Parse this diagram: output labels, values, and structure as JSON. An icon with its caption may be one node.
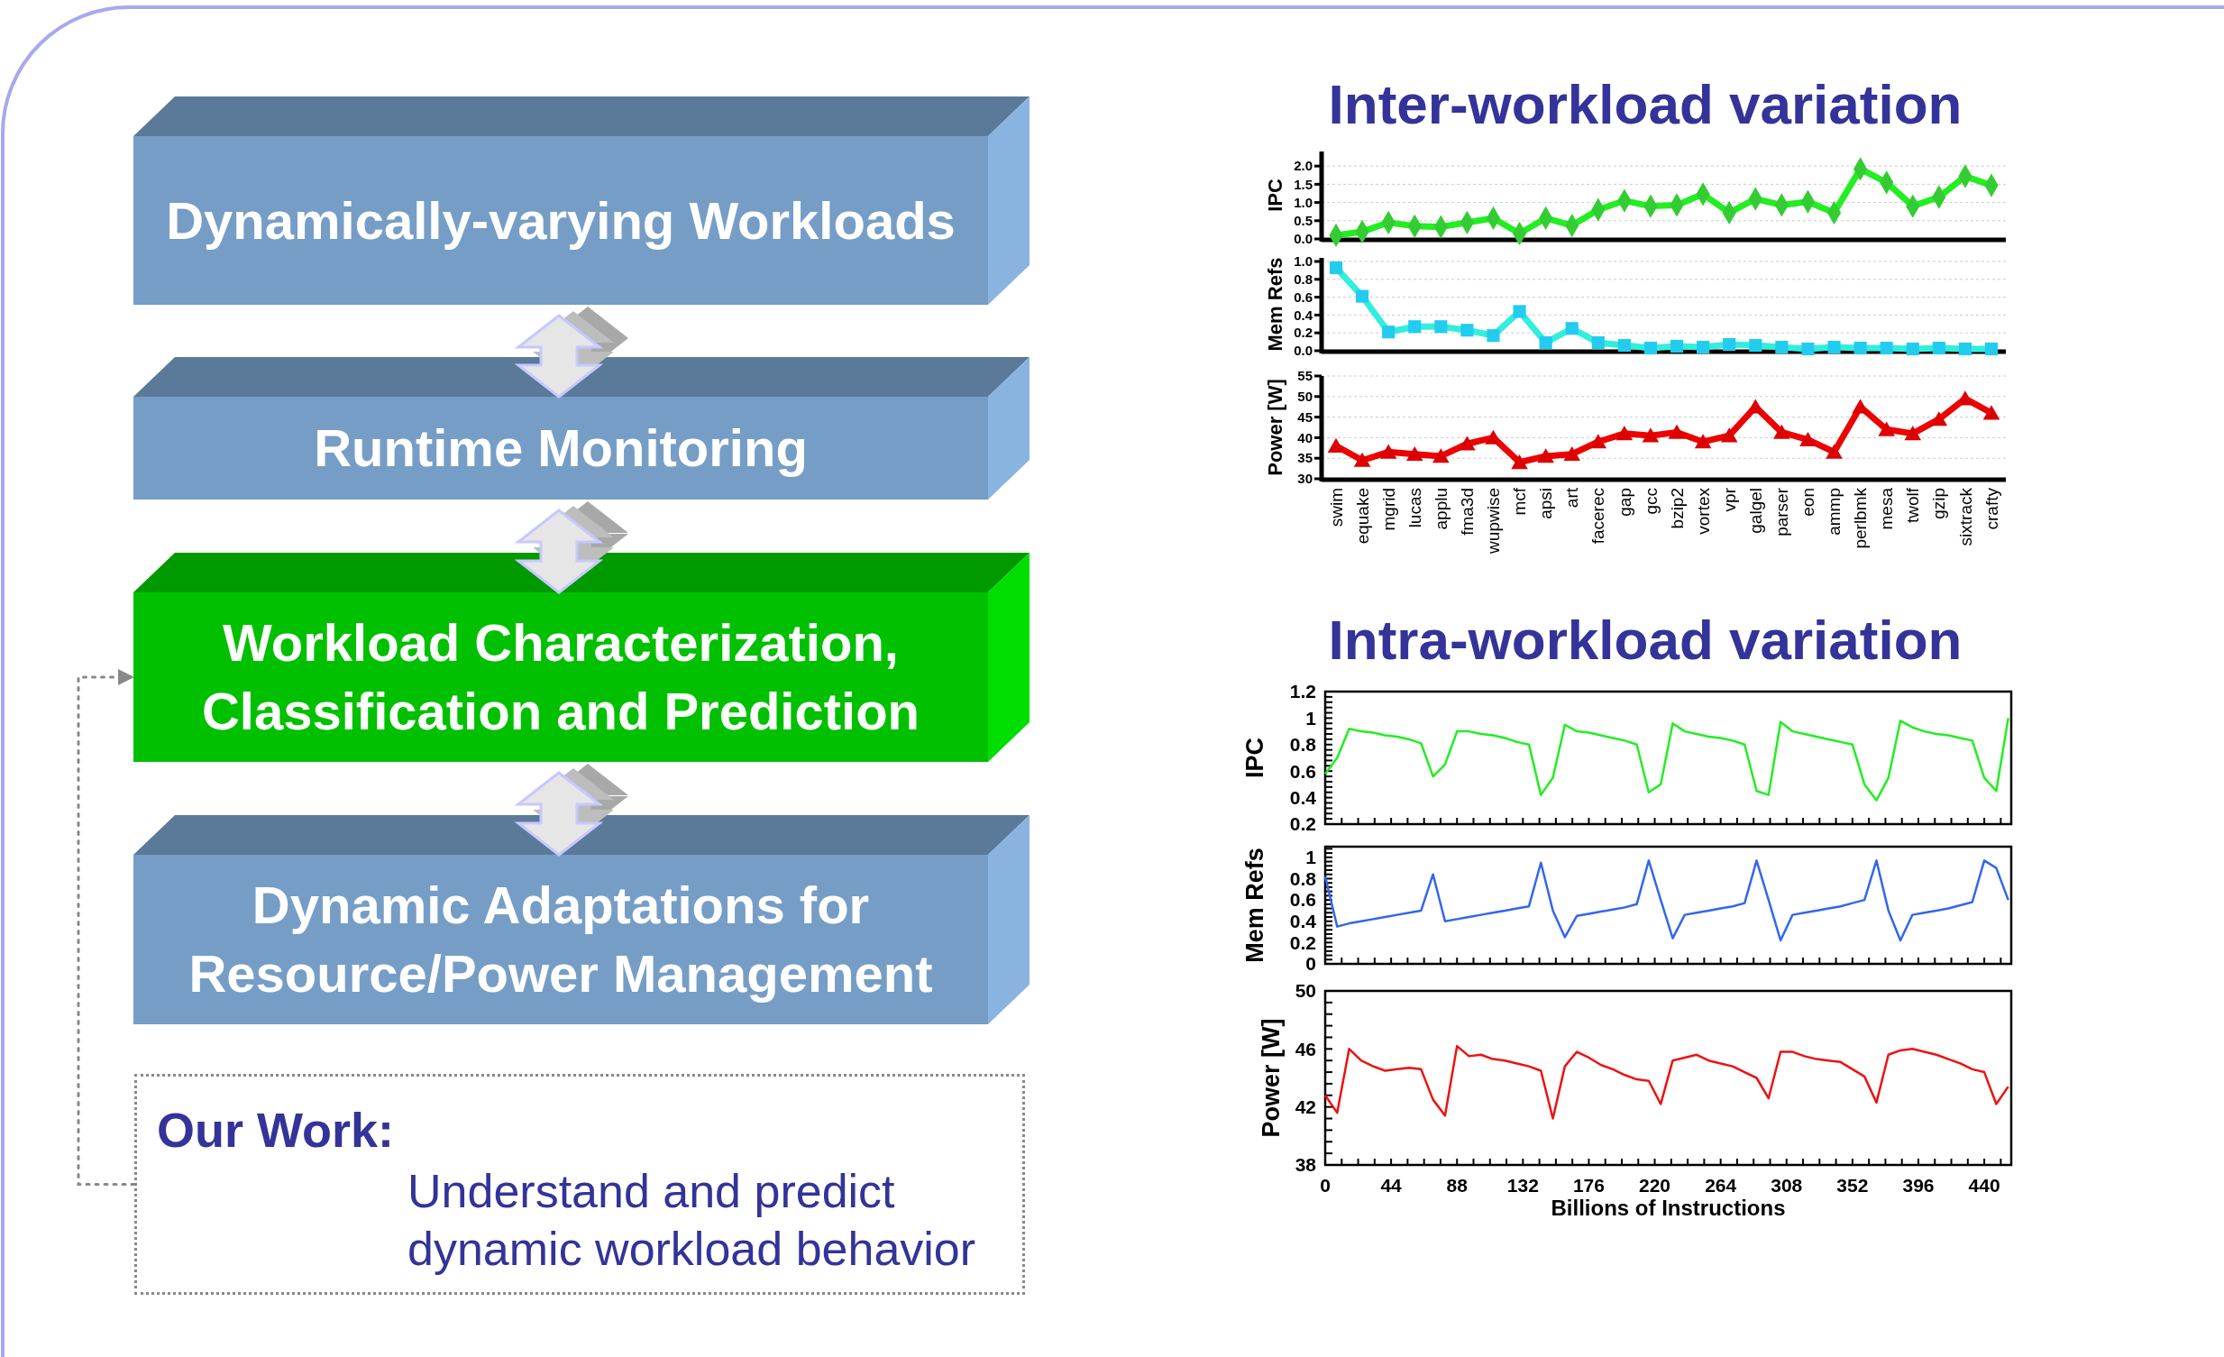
{
  "diagram": {
    "nodes": [
      {
        "text": [
          "Dynamically-varying Workloads"
        ]
      },
      {
        "text": [
          "Runtime Monitoring"
        ]
      },
      {
        "text": [
          "Workload Characterization, Classification and Prediction"
        ]
      },
      {
        "text": [
          "Dynamic Adaptations for Resource/Power Management"
        ]
      },
      {
        "text": [
          "Our Work:",
          "Understand and predict dynamic workload behavior"
        ]
      }
    ],
    "edges": [
      {
        "from": 0,
        "to": 1,
        "arrow": "both"
      },
      {
        "from": 1,
        "to": 2,
        "arrow": "both"
      },
      {
        "from": 2,
        "to": 3,
        "arrow": "both"
      },
      {
        "from": 4,
        "to": 2,
        "arrow": "to",
        "style": "dashed",
        "color": "#888888"
      }
    ],
    "chart_data": [
      {
        "type": "line",
        "title": "Inter-workload variation",
        "ylabel": "IPC",
        "grid": true,
        "ylim": [
          0,
          2.4
        ],
        "yticks": [
          {
            "value": 0,
            "label": "0.0"
          },
          {
            "value": 0.5,
            "label": "0.5"
          },
          {
            "value": 1,
            "label": "1.0"
          },
          {
            "value": 1.5,
            "label": "1.5"
          },
          {
            "value": 2,
            "label": "2.0"
          }
        ],
        "series": [
          {
            "color": "#22ee22",
            "marker": "diamond",
            "values": [
              0.1,
              0.2,
              0.45,
              0.35,
              0.33,
              0.45,
              0.57,
              0.15,
              0.57,
              0.37,
              0.8,
              1.05,
              0.9,
              0.93,
              1.23,
              0.72,
              1.1,
              0.93,
              1.02,
              0.72,
              1.92,
              1.55,
              0.9,
              1.15,
              1.72,
              1.47
            ]
          }
        ]
      },
      {
        "type": "line",
        "ylabel": "Mem Refs",
        "grid": true,
        "ylim": [
          0,
          1.04
        ],
        "yticks": [
          {
            "value": 0,
            "label": "0.0"
          },
          {
            "value": 0.2,
            "label": "0.2"
          },
          {
            "value": 0.4,
            "label": "0.4"
          },
          {
            "value": 0.6,
            "label": "0.6"
          },
          {
            "value": 0.8,
            "label": "0.8"
          },
          {
            "value": 1,
            "label": "1.0"
          }
        ],
        "series": [
          {
            "color": "#33eedd",
            "marker": "square",
            "values": [
              0.93,
              0.61,
              0.21,
              0.27,
              0.27,
              0.23,
              0.17,
              0.44,
              0.09,
              0.25,
              0.09,
              0.06,
              0.03,
              0.05,
              0.04,
              0.07,
              0.06,
              0.04,
              0.02,
              0.04,
              0.03,
              0.03,
              0.02,
              0.03,
              0.02,
              0.02
            ]
          }
        ]
      },
      {
        "type": "line",
        "ylabel": "Power [W]",
        "grid": true,
        "ylim": [
          30,
          55
        ],
        "yticks": [
          30,
          35,
          40,
          45,
          50,
          55
        ],
        "categories": [
          "swim",
          "equake",
          "mgrid",
          "lucas",
          "applu",
          "fma3d",
          "wupwise",
          "mcf",
          "apsi",
          "art",
          "facerec",
          "gap",
          "gcc",
          "bzip2",
          "vortex",
          "vpr",
          "galgel",
          "parser",
          "eon",
          "ammp",
          "perlbmk",
          "mesa",
          "twolf",
          "gzip",
          "sixtrack",
          "crafty"
        ],
        "series": [
          {
            "color": "#ee0000",
            "marker": "triangle",
            "values": [
              38,
              34.5,
              36.5,
              36,
              35.5,
              38.5,
              40,
              34,
              35.5,
              36,
              39,
              41,
              40.5,
              41.3,
              39,
              40.5,
              47.5,
              41.3,
              39.5,
              36.5,
              47.5,
              42,
              41,
              44.5,
              49.5,
              46
            ]
          }
        ]
      },
      {
        "type": "line",
        "title": "Intra-workload variation",
        "ylabel": "IPC",
        "xlim": [
          0,
          458
        ],
        "ylim": [
          0.2,
          1.2
        ],
        "yticks": [
          0.2,
          0.4,
          0.6,
          0.8,
          1,
          1.2
        ],
        "x": [
          0,
          8,
          16,
          24,
          32,
          40,
          48,
          56,
          64,
          72,
          80,
          88,
          96,
          104,
          112,
          120,
          128,
          136,
          144,
          152,
          160,
          168,
          176,
          184,
          192,
          200,
          208,
          216,
          224,
          232,
          240,
          248,
          256,
          264,
          272,
          280,
          288,
          296,
          304,
          312,
          320,
          328,
          336,
          344,
          352,
          360,
          368,
          376,
          384,
          392,
          400,
          408,
          416,
          424,
          432,
          440,
          448,
          456
        ],
        "series": [
          {
            "color": "#22ee22",
            "values": [
              0.58,
              0.7,
              0.92,
              0.9,
              0.89,
              0.87,
              0.86,
              0.84,
              0.81,
              0.56,
              0.65,
              0.9,
              0.9,
              0.88,
              0.87,
              0.85,
              0.82,
              0.8,
              0.42,
              0.55,
              0.95,
              0.9,
              0.89,
              0.87,
              0.85,
              0.83,
              0.8,
              0.44,
              0.5,
              0.96,
              0.9,
              0.88,
              0.86,
              0.85,
              0.83,
              0.8,
              0.45,
              0.42,
              0.97,
              0.9,
              0.88,
              0.86,
              0.84,
              0.82,
              0.8,
              0.5,
              0.38,
              0.55,
              0.98,
              0.93,
              0.9,
              0.88,
              0.87,
              0.85,
              0.83,
              0.55,
              0.45,
              1.0
            ]
          }
        ]
      },
      {
        "type": "line",
        "ylabel": "Mem Refs",
        "xlim": [
          0,
          458
        ],
        "ylim": [
          0,
          1.1
        ],
        "yticks": [
          0,
          0.2,
          0.4,
          0.6,
          0.8,
          1
        ],
        "x": [
          0,
          8,
          16,
          24,
          32,
          40,
          48,
          56,
          64,
          72,
          80,
          88,
          96,
          104,
          112,
          120,
          128,
          136,
          144,
          152,
          160,
          168,
          176,
          184,
          192,
          200,
          208,
          216,
          224,
          232,
          240,
          248,
          256,
          264,
          272,
          280,
          288,
          296,
          304,
          312,
          320,
          328,
          336,
          344,
          352,
          360,
          368,
          376,
          384,
          392,
          400,
          408,
          416,
          424,
          432,
          440,
          448,
          456
        ],
        "series": [
          {
            "color": "#3366ee",
            "values": [
              0.82,
              0.35,
              0.38,
              0.4,
              0.42,
              0.44,
              0.46,
              0.48,
              0.5,
              0.84,
              0.4,
              0.42,
              0.44,
              0.46,
              0.48,
              0.5,
              0.52,
              0.54,
              0.95,
              0.5,
              0.25,
              0.45,
              0.47,
              0.49,
              0.51,
              0.53,
              0.56,
              0.97,
              0.6,
              0.24,
              0.46,
              0.48,
              0.5,
              0.52,
              0.54,
              0.57,
              0.97,
              0.6,
              0.22,
              0.46,
              0.48,
              0.5,
              0.52,
              0.54,
              0.57,
              0.6,
              0.97,
              0.5,
              0.22,
              0.46,
              0.48,
              0.5,
              0.52,
              0.55,
              0.58,
              0.97,
              0.9,
              0.6
            ]
          }
        ]
      },
      {
        "type": "line",
        "xlabel": "Billions of Instructions",
        "ylabel": "Power [W]",
        "xlim": [
          0,
          458
        ],
        "ylim": [
          38,
          50
        ],
        "yticks": [
          38,
          42,
          46,
          50
        ],
        "xticks": [
          0,
          44,
          88,
          132,
          176,
          220,
          264,
          308,
          352,
          396,
          440
        ],
        "x": [
          0,
          8,
          16,
          24,
          32,
          40,
          48,
          56,
          64,
          72,
          80,
          88,
          96,
          104,
          112,
          120,
          128,
          136,
          144,
          152,
          160,
          168,
          176,
          184,
          192,
          200,
          208,
          216,
          224,
          232,
          240,
          248,
          256,
          264,
          272,
          280,
          288,
          296,
          304,
          312,
          320,
          328,
          336,
          344,
          352,
          360,
          368,
          376,
          384,
          392,
          400,
          408,
          416,
          424,
          432,
          440,
          448,
          456
        ],
        "series": [
          {
            "color": "#ee1111",
            "values": [
              42.8,
              41.6,
              46,
              45.2,
              44.8,
              44.5,
              44.6,
              44.7,
              44.6,
              42.5,
              41.4,
              46.2,
              45.5,
              45.6,
              45.3,
              45.2,
              45,
              44.8,
              44.5,
              41.2,
              44.8,
              45.8,
              45.4,
              44.9,
              44.6,
              44.2,
              43.9,
              43.8,
              42.2,
              45.2,
              45.4,
              45.6,
              45.2,
              45,
              44.8,
              44.4,
              44,
              42.6,
              45.8,
              45.8,
              45.5,
              45.3,
              45.2,
              45.1,
              44.6,
              44.1,
              42.3,
              45.6,
              45.9,
              46,
              45.8,
              45.6,
              45.3,
              45,
              44.6,
              44.4,
              42.2,
              43.4
            ]
          }
        ]
      }
    ]
  }
}
